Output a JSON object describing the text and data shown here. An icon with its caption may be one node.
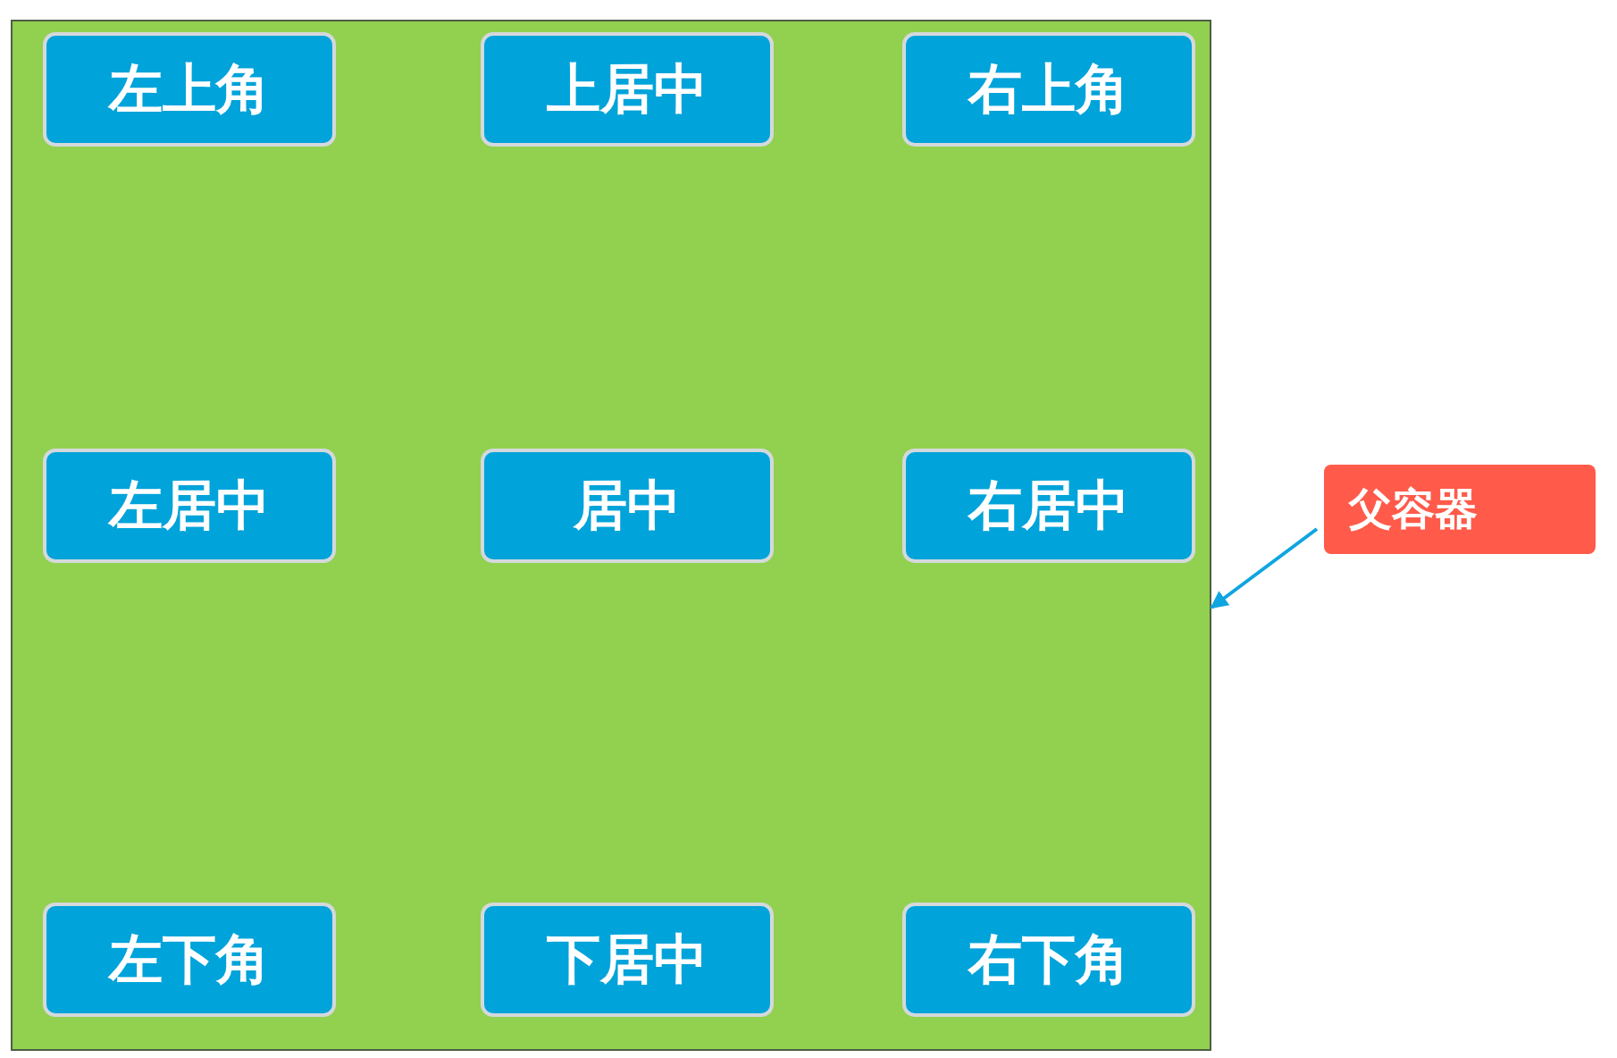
{
  "diagram": {
    "nodes": [
      {
        "text": [],
        "shape": "box"
      },
      {
        "text": [
          "左上角"
        ],
        "in": 0
      },
      {
        "text": [
          "上居中"
        ],
        "in": 0
      },
      {
        "text": [
          "右上角"
        ],
        "in": 0
      },
      {
        "text": [
          "左居中"
        ],
        "in": 0
      },
      {
        "text": [
          "居中"
        ],
        "in": 0
      },
      {
        "text": [
          "右居中"
        ],
        "in": 0
      },
      {
        "text": [
          "左下角"
        ],
        "in": 0
      },
      {
        "text": [
          "下居中"
        ],
        "in": 0
      },
      {
        "text": [
          "右下角"
        ],
        "in": 0
      },
      {
        "text": [
          "父容器"
        ]
      }
    ],
    "edges": [
      {
        "from": 10,
        "to": 0,
        "arrow": "to"
      }
    ]
  }
}
